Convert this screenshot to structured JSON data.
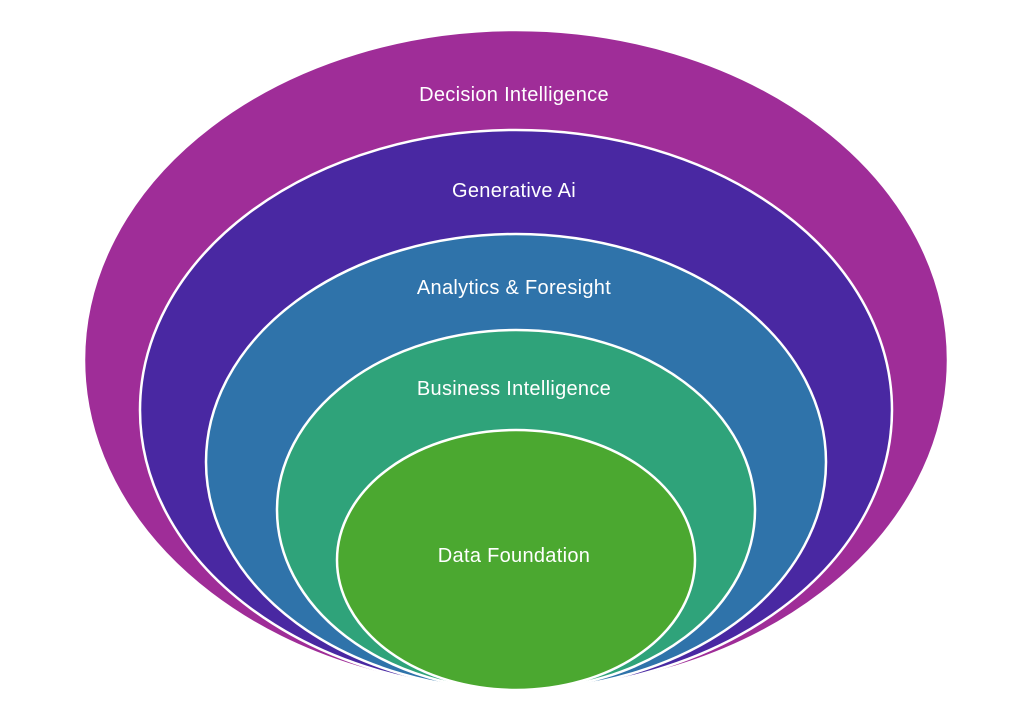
{
  "diagram": {
    "type": "nested-ellipses-onion",
    "background_color": "#ffffff",
    "divider_color": "#ffffff",
    "label_text_color": "#ffffff",
    "layers": [
      {
        "label": "Decision Intelligence",
        "color": "#9F2D98",
        "level": 1
      },
      {
        "label": "Generative Ai",
        "color": "#4928A2",
        "level": 2
      },
      {
        "label": "Analytics & Foresight",
        "color": "#2F73AA",
        "level": 3
      },
      {
        "label": "Business Intelligence",
        "color": "#2FA37A",
        "level": 4
      },
      {
        "label": "Data Foundation",
        "color": "#4BA830",
        "level": 5
      }
    ]
  }
}
